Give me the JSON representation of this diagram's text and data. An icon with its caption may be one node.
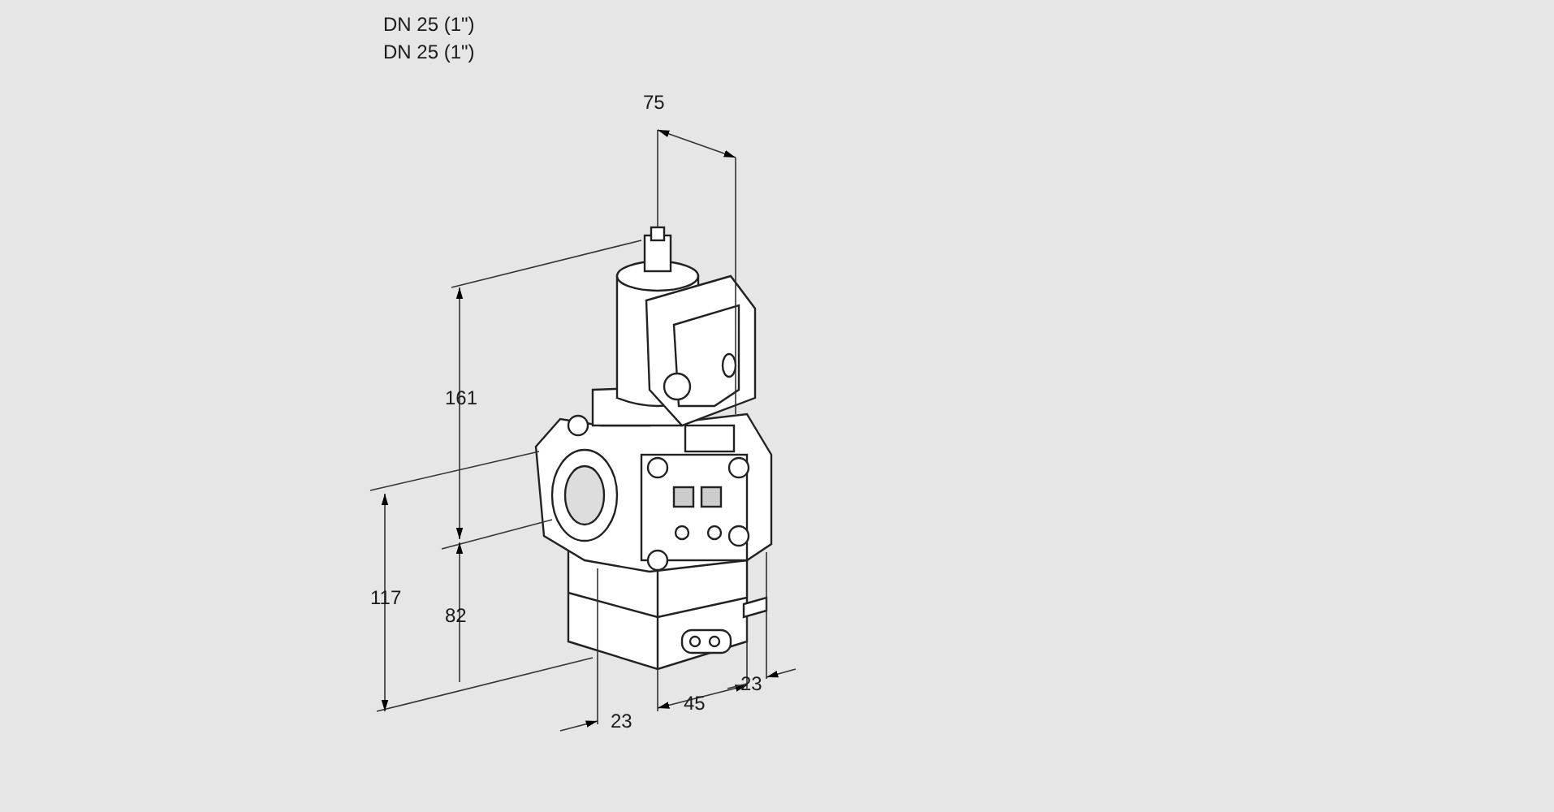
{
  "diagram": {
    "labels": [
      "DN 25 (1\")",
      "DN 25 (1\")",
      "75",
      "161",
      "117",
      "82",
      "23",
      "45",
      "23"
    ]
  }
}
